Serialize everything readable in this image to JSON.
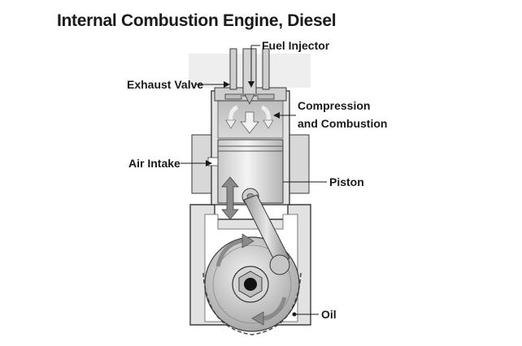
{
  "title": "Internal Combustion Engine, Diesel",
  "labels": {
    "fuel_injector": "Fuel Injector",
    "exhaust_valve": "Exhaust Valve",
    "compression_line1": "Compression",
    "compression_line2": "and Combustion",
    "air_intake": "Air Intake",
    "piston": "Piston",
    "oil": "Oil"
  },
  "colors": {
    "outline": "#3a3a3a",
    "text": "#1a1a1a",
    "block_fill": "#dcdcdc",
    "arrow_fill": "#8a8a8a"
  }
}
